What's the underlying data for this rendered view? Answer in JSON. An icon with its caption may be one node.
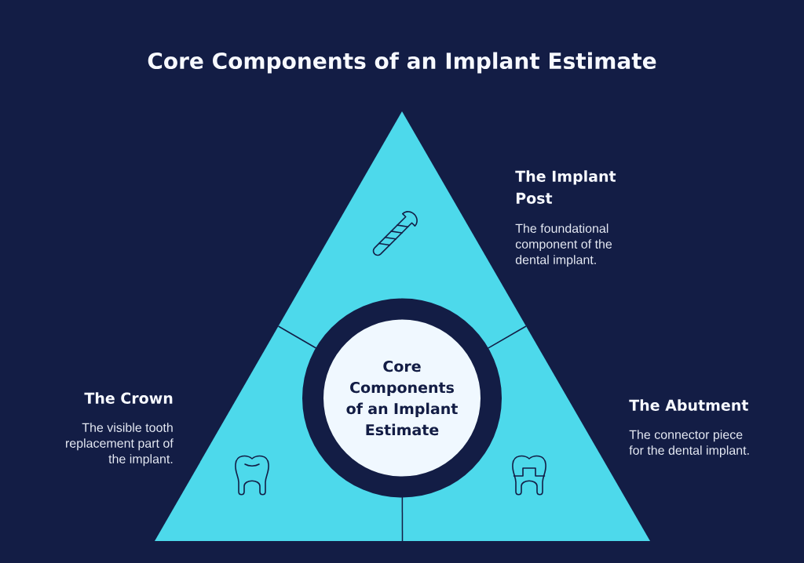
{
  "diagram": {
    "title": "Core Components of an Implant Estimate",
    "nodes": [
      {
        "text": [
          "The Implant Post",
          "The foundational component of the dental implant."
        ]
      },
      {
        "text": [
          "Core Components of an Implant Estimate"
        ]
      },
      {
        "text": [
          "The Crown",
          "The visible tooth replacement part of the implant."
        ]
      },
      {
        "text": [
          "The Abutment",
          "The connector piece for the dental implant."
        ]
      }
    ]
  }
}
